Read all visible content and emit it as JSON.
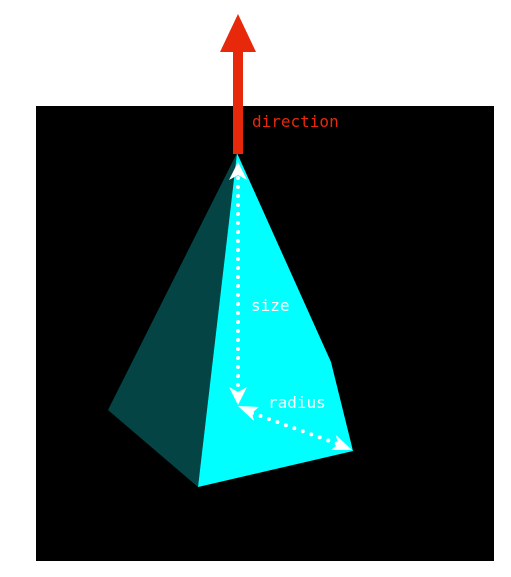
{
  "labels": {
    "direction": "direction",
    "size": "size",
    "radius": "radius"
  },
  "colors": {
    "page_background": "#ffffff",
    "canvas_background": "#000000",
    "pyramid_dark_face": "#044444",
    "pyramid_light_face": "#00ffff",
    "direction_arrow": "#e8280a",
    "direction_label": "#e8280a",
    "annotation": "#ffffff"
  },
  "icons": {
    "direction": "up-arrow-icon",
    "size_arrow": "dotted-double-arrow-icon",
    "radius_arrow": "dotted-double-arrow-icon"
  }
}
